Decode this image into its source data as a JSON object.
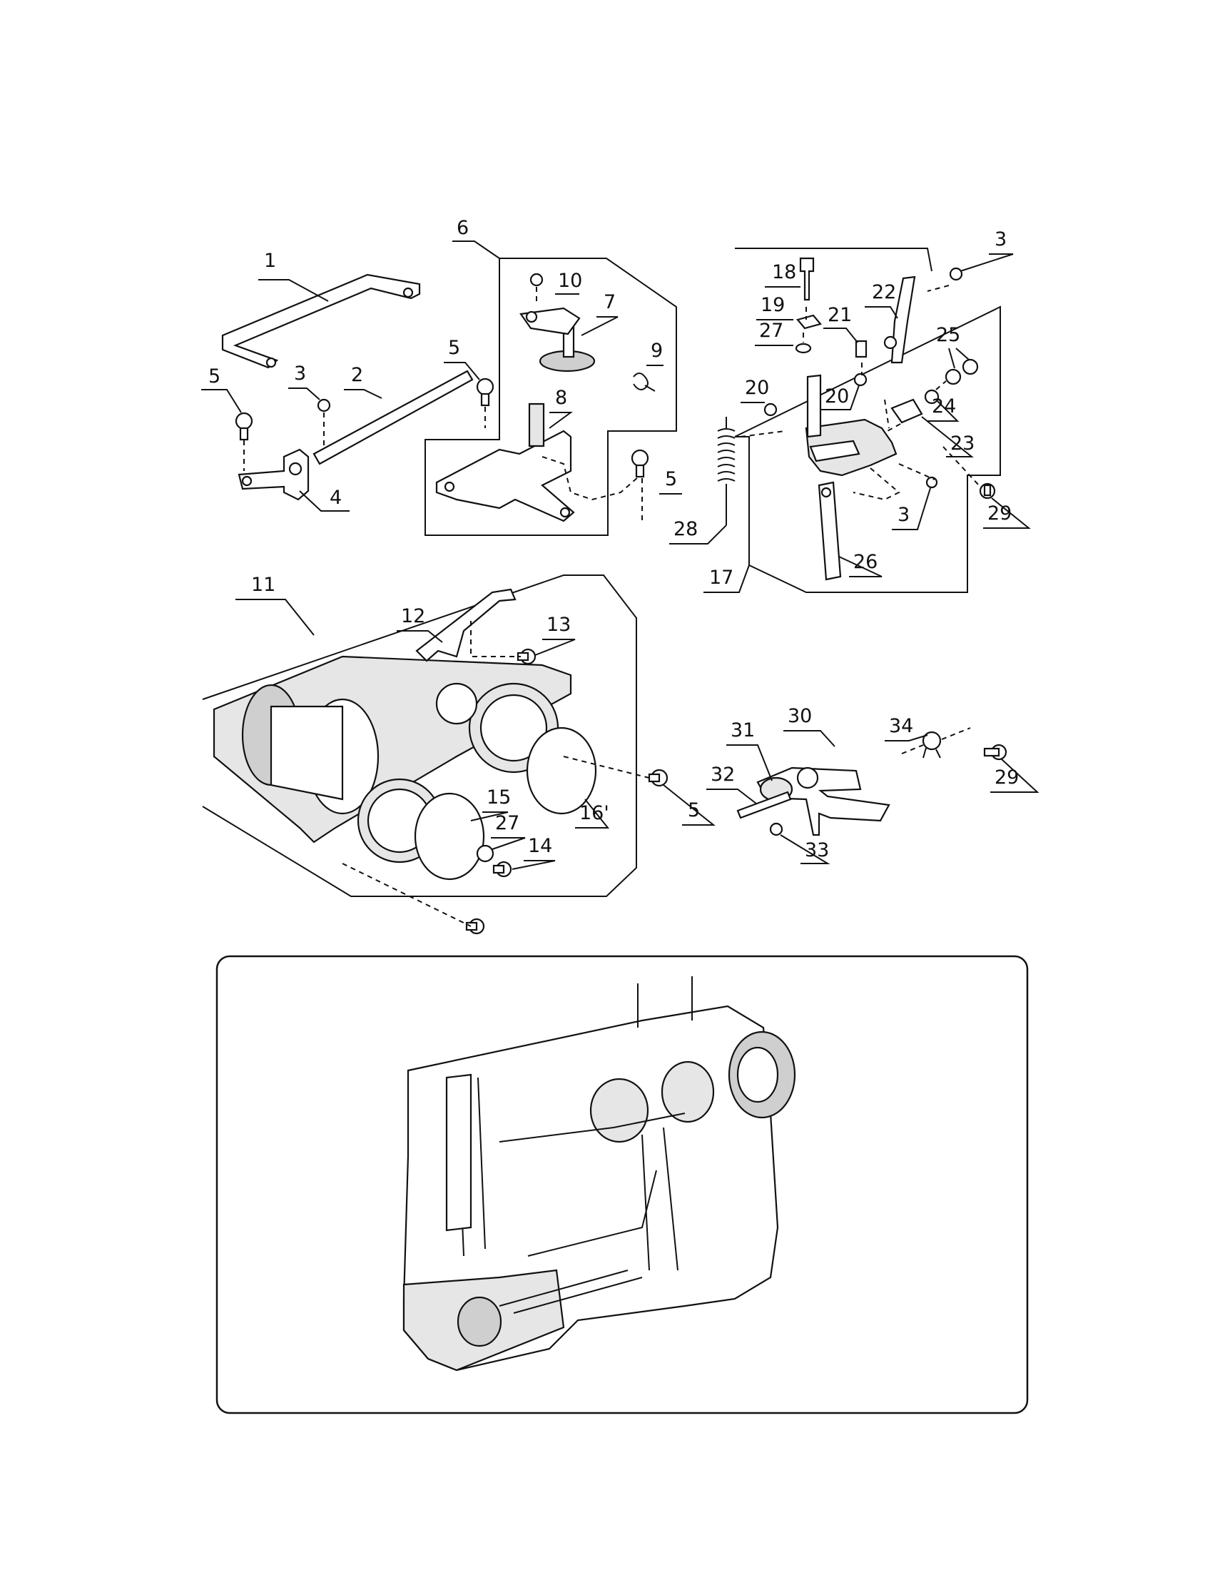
{
  "diagram": {
    "labels": {
      "p1": "1",
      "p2": "2",
      "p3a": "3",
      "p3b": "3",
      "p3c": "3",
      "p4": "4",
      "p5a": "5",
      "p5b": "5",
      "p5c": "5",
      "p5d": "5",
      "p6": "6",
      "p7": "7",
      "p8": "8",
      "p9": "9",
      "p10": "10",
      "p11": "11",
      "p12": "12",
      "p13": "13",
      "p14": "14",
      "p15": "15",
      "p16": "16'",
      "p17": "17",
      "p18": "18",
      "p19": "19",
      "p20a": "20",
      "p20b": "20",
      "p21": "21",
      "p22": "22",
      "p23": "23",
      "p24": "24",
      "p25": "25",
      "p26": "26",
      "p27a": "27",
      "p27b": "27",
      "p28": "28",
      "p29a": "29",
      "p29b": "29",
      "p30": "30",
      "p31": "31",
      "p32": "32",
      "p33": "33",
      "p34": "34"
    },
    "inset": {
      "subject": "sewing machine internal mechanism (location view)"
    }
  }
}
